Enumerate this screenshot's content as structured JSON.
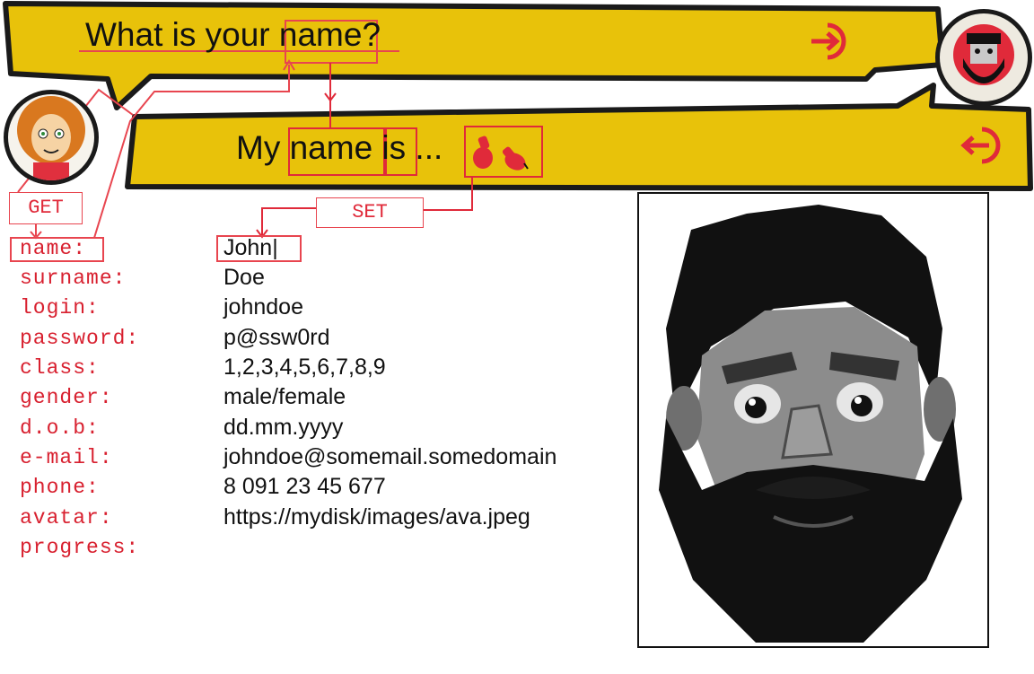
{
  "question": {
    "text": "What is your name?"
  },
  "answer": {
    "text": "My name is ..."
  },
  "tags": {
    "get": "GET",
    "set": "SET"
  },
  "fields": [
    {
      "label": "name:",
      "value": "John|"
    },
    {
      "label": "surname:",
      "value": "Doe"
    },
    {
      "label": "login:",
      "value": "johndoe"
    },
    {
      "label": "password:",
      "value": "p@ssw0rd"
    },
    {
      "label": "class:",
      "value": "1,2,3,4,5,6,7,8,9"
    },
    {
      "label": "gender:",
      "value": "male/female"
    },
    {
      "label": "d.o.b:",
      "value": "dd.mm.yyyy"
    },
    {
      "label": "e-mail:",
      "value": "johndoe@somemail.somedomain"
    },
    {
      "label": "phone:",
      "value": "8 091 23 45 677"
    },
    {
      "label": "avatar:",
      "value": "https://mydisk/images/ava.jpeg"
    },
    {
      "label": "progress:",
      "value": ""
    }
  ],
  "colors": {
    "banner": "#e8c20a",
    "banner_border": "#1a1a1a",
    "accent_red": "#e02a3a",
    "label_red": "#d8202f"
  },
  "icons": {
    "question_action": "login-arrow-icon",
    "answer_action": "logout-arrow-icon",
    "boots": "boots-icon",
    "girl_avatar": "girl-avatar-icon",
    "man_avatar": "bearded-man-avatar-icon"
  }
}
